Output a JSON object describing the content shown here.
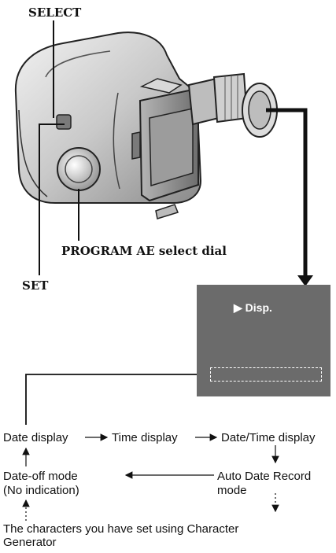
{
  "labels": {
    "select": "SELECT",
    "set": "SET",
    "program_ae": "PROGRAM AE select dial"
  },
  "screen": {
    "display_label": "▶ Disp.",
    "bg_color": "#6b6b6b"
  },
  "flow": {
    "date_display": "Date display",
    "time_display": "Time display",
    "date_time_display": "Date/Time display",
    "auto_date_record": "Auto Date Record",
    "auto_date_record_2": "mode",
    "date_off_mode": "Date-off mode",
    "date_off_mode_2": "(No indication)",
    "characters": "The characters you have set using Character",
    "characters_2": "Generator"
  }
}
